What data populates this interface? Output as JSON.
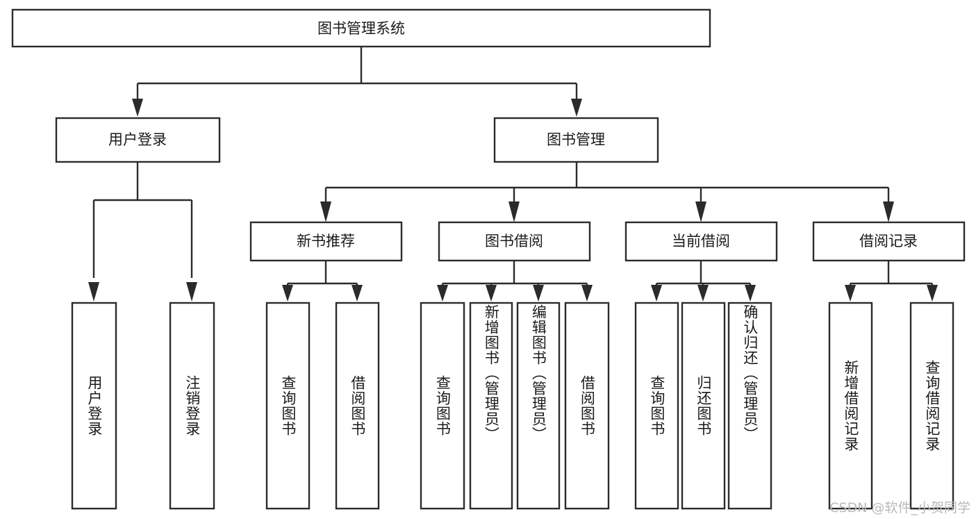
{
  "diagram": {
    "type": "tree-hierarchy",
    "title": "图书管理系统",
    "orientation": "top-down",
    "watermark": "CSDN @软件_小贺同学",
    "colors": {
      "box_stroke": "#2b2b2b",
      "box_fill": "#ffffff",
      "connector": "#2b2b2b",
      "text": "#1a1a1a",
      "watermark": "#b9b9b9",
      "background": "#ffffff"
    },
    "levels": {
      "root": {
        "label": "图书管理系统"
      },
      "level2": [
        {
          "label": "用户登录"
        },
        {
          "label": "图书管理"
        }
      ],
      "level3": [
        {
          "label": "新书推荐"
        },
        {
          "label": "图书借阅"
        },
        {
          "label": "当前借阅"
        },
        {
          "label": "借阅记录"
        }
      ],
      "leaves": [
        {
          "label": "用户登录",
          "parent": "用户登录"
        },
        {
          "label": "注销登录",
          "parent": "用户登录"
        },
        {
          "label": "查询图书",
          "parent": "新书推荐"
        },
        {
          "label": "借阅图书",
          "parent": "新书推荐"
        },
        {
          "label": "查询图书",
          "parent": "图书借阅"
        },
        {
          "label": "新增图书（管理员）",
          "parent": "图书借阅"
        },
        {
          "label": "编辑图书（管理员）",
          "parent": "图书借阅"
        },
        {
          "label": "借阅图书",
          "parent": "图书借阅"
        },
        {
          "label": "查询图书",
          "parent": "当前借阅"
        },
        {
          "label": "归还图书",
          "parent": "当前借阅"
        },
        {
          "label": "确认归还（管理员）",
          "parent": "当前借阅"
        },
        {
          "label": "新增借阅记录",
          "parent": "借阅记录"
        },
        {
          "label": "查询借阅记录",
          "parent": "借阅记录"
        }
      ]
    }
  }
}
